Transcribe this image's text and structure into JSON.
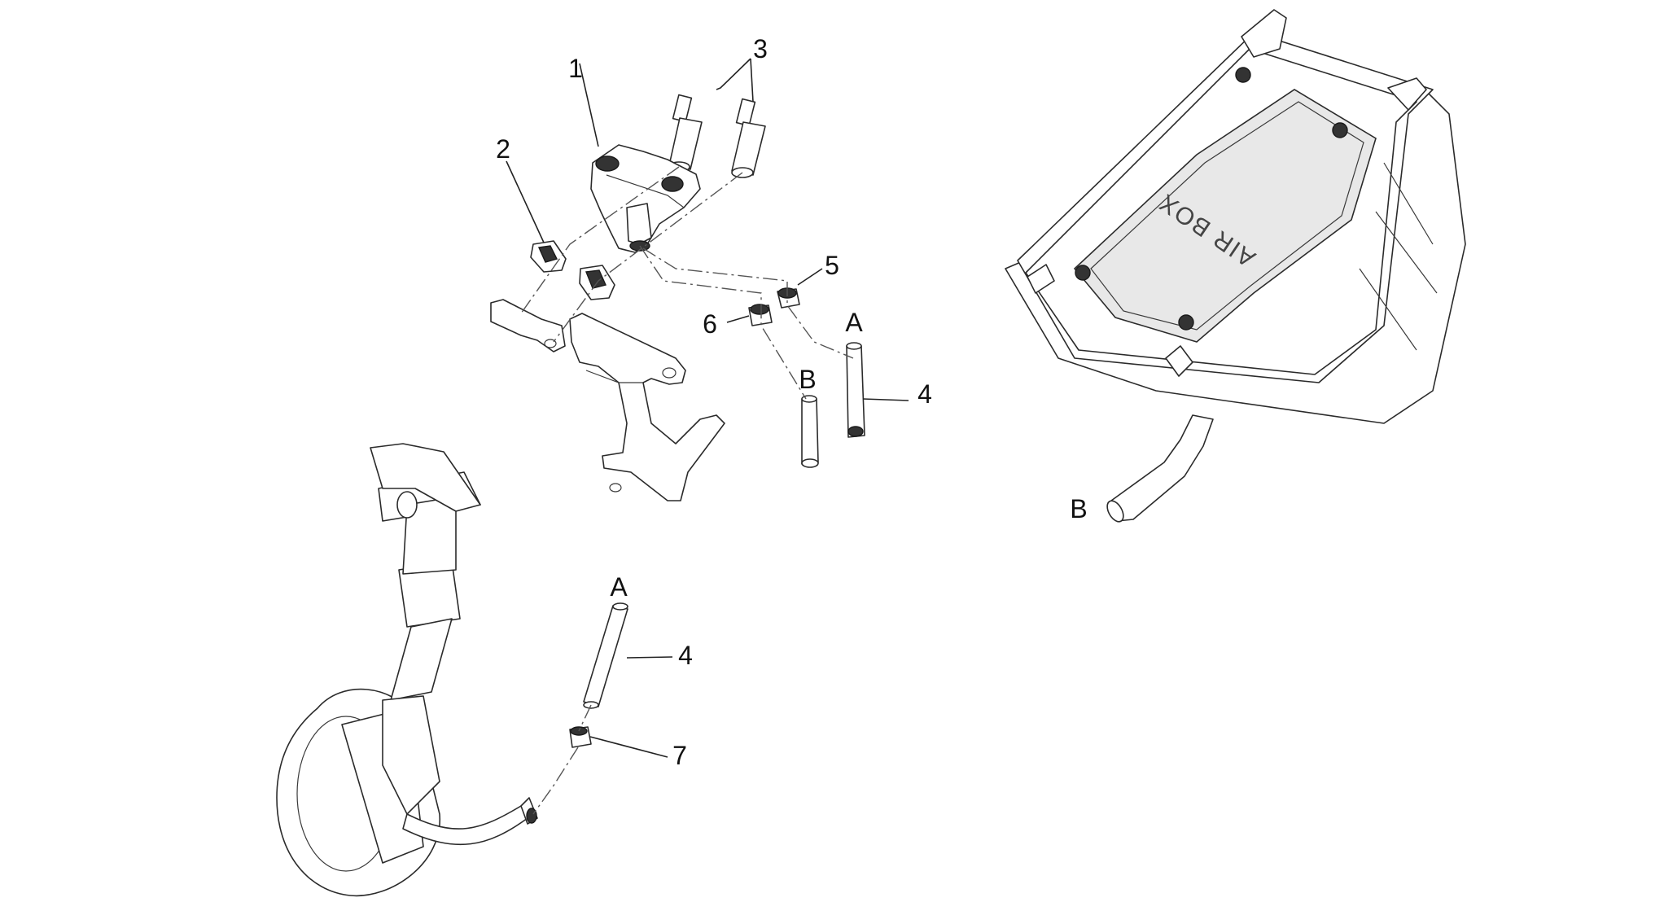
{
  "callouts": {
    "c1": "1",
    "c2": "2",
    "c3": "3",
    "c4_upper": "4",
    "c5": "5",
    "c6": "6",
    "c_a_upper": "A",
    "c_b_upper": "B",
    "c_b_airbox": "B",
    "c_a_lower": "A",
    "c4_lower": "4",
    "c7": "7"
  },
  "airbox": {
    "embossed_text": "AIR BOX"
  }
}
